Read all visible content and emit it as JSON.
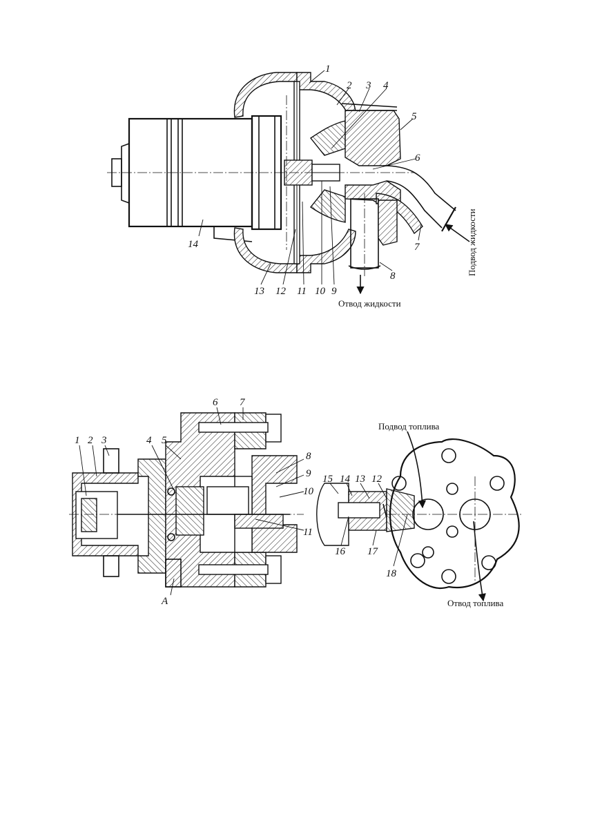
{
  "figure1": {
    "labels": [
      "1",
      "2",
      "3",
      "4",
      "5",
      "6",
      "7",
      "8",
      "9",
      "10",
      "11",
      "12",
      "13",
      "14"
    ],
    "caption_inlet": "Подвод жидкости",
    "caption_outlet": "Отвод жидкости"
  },
  "figure2": {
    "labels": [
      "1",
      "2",
      "3",
      "4",
      "5",
      "6",
      "7",
      "8",
      "9",
      "10",
      "11",
      "12",
      "13",
      "14",
      "15",
      "16",
      "17",
      "18"
    ],
    "label_a": "A",
    "caption_inlet": "Подвод топлива",
    "caption_outlet": "Отвод  топлива"
  }
}
